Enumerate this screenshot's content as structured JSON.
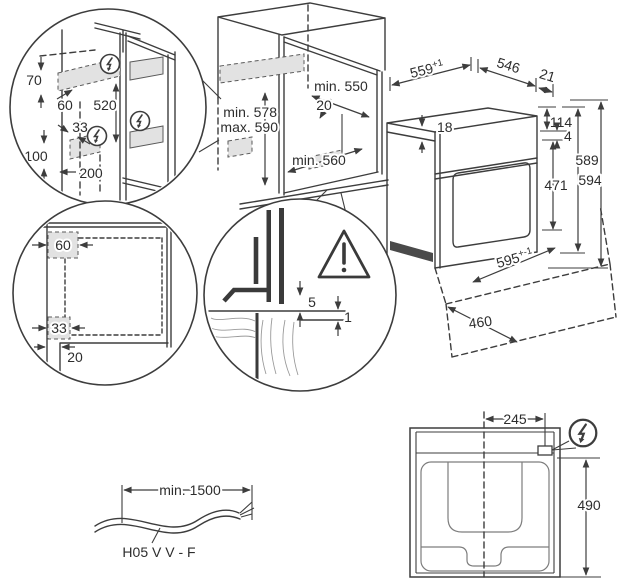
{
  "title": "oven-installation-diagram",
  "colors": {
    "line": "#3d3d3d",
    "zone_fill": "#e2e2e2",
    "background": "#ffffff"
  },
  "icons": {
    "power_connection": "lightning-bolt-in-circle",
    "warning": "exclamation-triangle"
  },
  "top_left_detail": {
    "d70": "70",
    "d60": "60",
    "d520": "520",
    "d33": "33",
    "d100": "100",
    "d200": "200"
  },
  "cabinet": {
    "min_height": "min. 578",
    "max_height": "max. 590",
    "min_depth": "min. 550",
    "d20": "20",
    "min_width": "min. 560"
  },
  "oven": {
    "d559": "559",
    "d559_tol": "+1",
    "d546": "546",
    "d21": "21",
    "d18": "18",
    "d114": "114",
    "d4": "4",
    "d471": "471",
    "d589": "589",
    "d594": "594",
    "d595": "595",
    "d595_tol": "+-1",
    "d460": "460"
  },
  "bottom_left_detail": {
    "d60": "60",
    "d33": "33",
    "d20": "20"
  },
  "gap_detail": {
    "d5": "5",
    "d1": "1"
  },
  "cable": {
    "length": "min. 1500",
    "type": "H05 V V - F"
  },
  "rear_view": {
    "d245": "245",
    "d490": "490"
  }
}
